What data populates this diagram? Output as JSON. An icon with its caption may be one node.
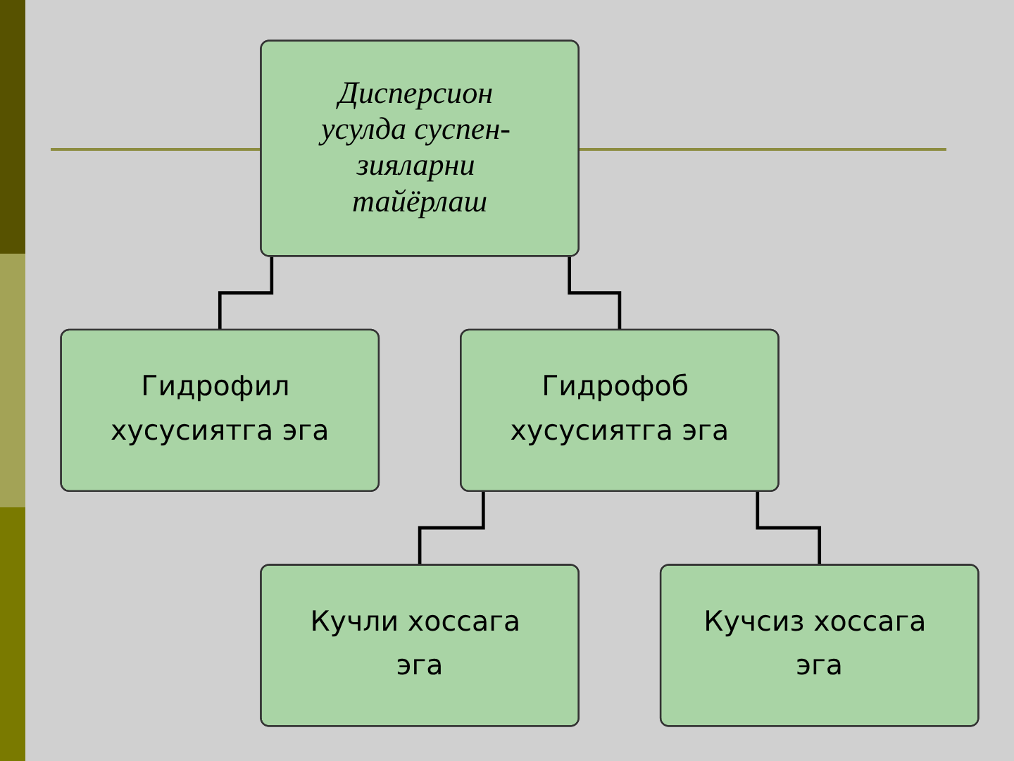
{
  "diagram": {
    "nodes": [
      {
        "text": [
          "Дисперсион усулда суспен- зияларни тайёрлаш"
        ]
      },
      {
        "text": [
          "Гидрофил хусусиятга эга"
        ]
      },
      {
        "text": [
          "Гидрофоб хусусиятга эга"
        ]
      },
      {
        "text": [
          "Кучли хоссага эга"
        ]
      },
      {
        "text": [
          "Кучсиз хоссага эга"
        ]
      }
    ],
    "edges": [
      {
        "from": 0,
        "to": 1,
        "arrow": "none"
      },
      {
        "from": 0,
        "to": 2,
        "arrow": "none"
      },
      {
        "from": 2,
        "to": 3,
        "arrow": "none"
      },
      {
        "from": 2,
        "to": 4,
        "arrow": "none"
      }
    ]
  }
}
